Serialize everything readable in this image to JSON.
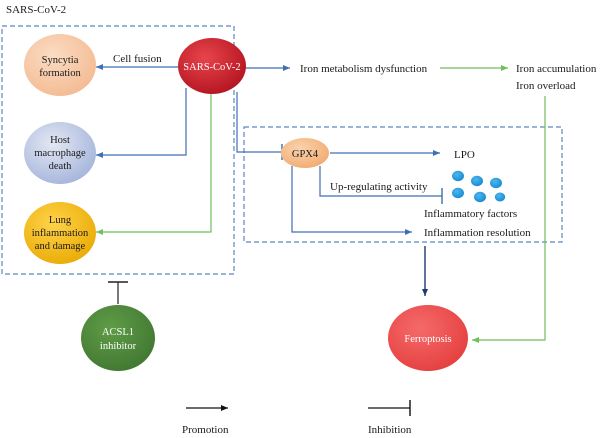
{
  "title": "SARS-CoV-2",
  "nodes": {
    "sars": "SARS-CoV-2",
    "syncytia": [
      "Syncytia",
      "formation"
    ],
    "host": [
      "Host",
      "macrophage",
      "death"
    ],
    "lung": [
      "Lung",
      "inflammation",
      "and damage"
    ],
    "acsl1": [
      "ACSL1",
      "inhibitor"
    ],
    "gpx4": "GPX4",
    "ferroptosis": "Ferroptosis"
  },
  "labels": {
    "cell_fusion": "Cell fusion",
    "iron_dysfunction": "Iron metabolism dysfunction",
    "iron_accumulation": "Iron accumulation",
    "iron_overload": "Iron overload",
    "lpo": "LPO",
    "upregulating": "Up-regulating activity",
    "inflammatory_factors": "Inflammatory factors",
    "inflammation_resolution": "Inflammation resolution"
  },
  "legend": {
    "promotion": "Promotion",
    "inhibition": "Inhibition"
  },
  "colors": {
    "blue_arrow": "#3f6fb5",
    "green_arrow": "#6fbf5a",
    "dash_box": "#5b86c4",
    "sars": "#d1242f",
    "syncytia": "#f7c6a3",
    "host": "#c3cce6",
    "lung": "#f2b705",
    "acsl1": "#4f8a3a",
    "gpx4": "#f6c08f",
    "ferroptosis": "#ef4f4f",
    "dots": "#1e9be0"
  }
}
